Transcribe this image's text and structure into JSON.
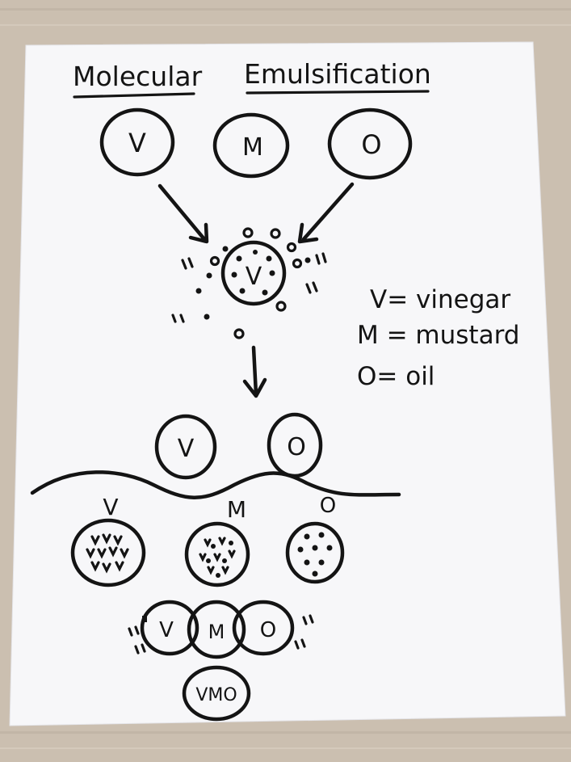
{
  "title": {
    "word1": "Molecular",
    "word2": "Emulsification"
  },
  "molecules_top": [
    {
      "label": "V"
    },
    {
      "label": "M"
    },
    {
      "label": "O"
    }
  ],
  "mixed_center_label": "V",
  "legend": [
    {
      "text": "V= vinegar"
    },
    {
      "text": "M = mustard"
    },
    {
      "text": "O= oil"
    }
  ],
  "separated": [
    {
      "label": "V"
    },
    {
      "label": "O"
    }
  ],
  "below_line_labels": [
    {
      "label": "V"
    },
    {
      "label": "M"
    },
    {
      "label": "O"
    }
  ],
  "chain": [
    {
      "label": "V"
    },
    {
      "label": "M"
    },
    {
      "label": "O"
    }
  ],
  "final_label": "VMO",
  "colors": {
    "paper": "#f7f7f9",
    "ink": "#141414",
    "background": "#cbbfb0"
  }
}
